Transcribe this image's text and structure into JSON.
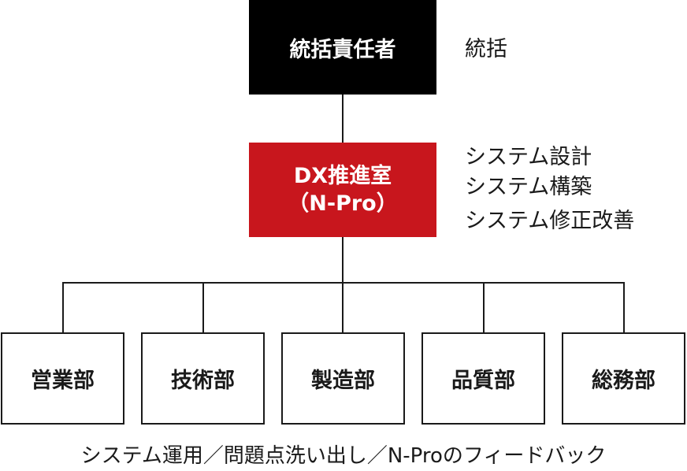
{
  "top_node": {
    "label": "統括責任者",
    "note": "統括"
  },
  "dx_node": {
    "label_line1": "DX推進室",
    "label_line2": "（N-Pro）",
    "notes": [
      "システム設計",
      "システム構築",
      "システム修正改善"
    ]
  },
  "departments": [
    "営業部",
    "技術部",
    "製造部",
    "品質部",
    "総務部"
  ],
  "footer": "システム運用／問題点洗い出し／N-Proのフィードバック",
  "colors": {
    "top_node_fill": "#000000",
    "dx_node_fill": "#c8161d",
    "department_border": "#1a1a1a"
  }
}
